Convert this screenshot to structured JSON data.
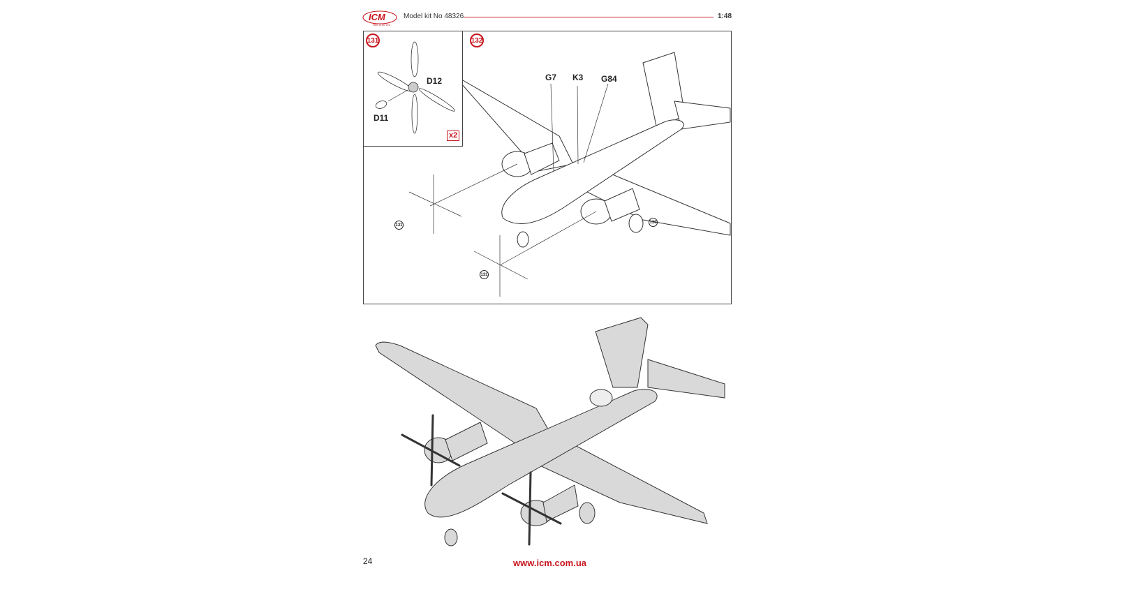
{
  "header": {
    "logo_text": "ICM",
    "logo_tagline": "Wins in the Test",
    "model_kit": "Model kit No 48326",
    "scale": "1:48"
  },
  "steps": [
    {
      "number": "131",
      "parts": [
        "D12",
        "D11"
      ],
      "multiplier": "x2"
    },
    {
      "number": "132",
      "parts": [
        "G7",
        "K3",
        "G84"
      ],
      "references": [
        "131",
        "131",
        "130"
      ]
    }
  ],
  "footer": {
    "page_number": "24",
    "url": "www.icm.com.ua"
  },
  "colors": {
    "accent": "#c8161e",
    "model_gray": "#d9d9d9"
  }
}
